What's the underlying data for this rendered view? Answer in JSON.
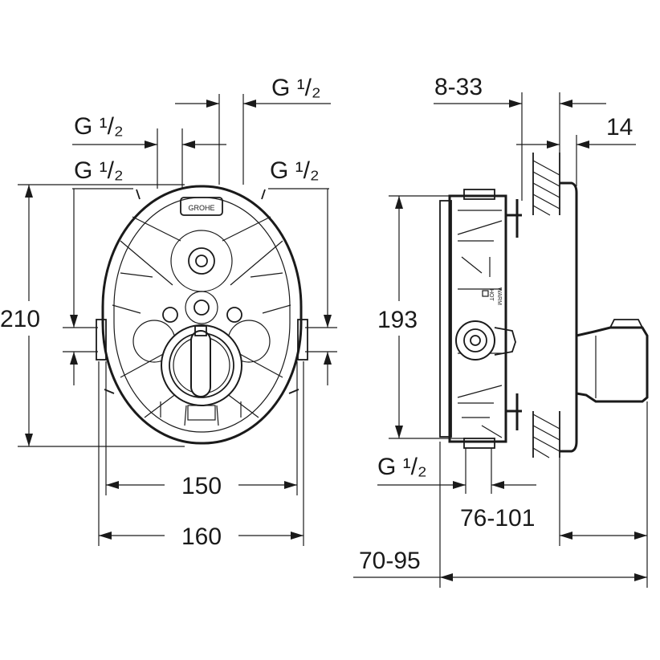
{
  "front_view": {
    "thread_top_right": "G ¹/₂",
    "thread_left_upper": "G ¹/₂",
    "thread_left_lower": "G ¹/₂",
    "thread_right": "G ¹/₂",
    "height_total": "210",
    "width_inner": "150",
    "width_outer": "160",
    "logo_text": "GROHE"
  },
  "side_view": {
    "adjust_range_top": "8-33",
    "plate_thickness": "14",
    "height_body": "193",
    "thread_bottom": "G ¹/₂",
    "depth_range_1": "76-101",
    "depth_range_2": "70-95",
    "label_warm": "WARM",
    "label_hot": "HOT"
  }
}
